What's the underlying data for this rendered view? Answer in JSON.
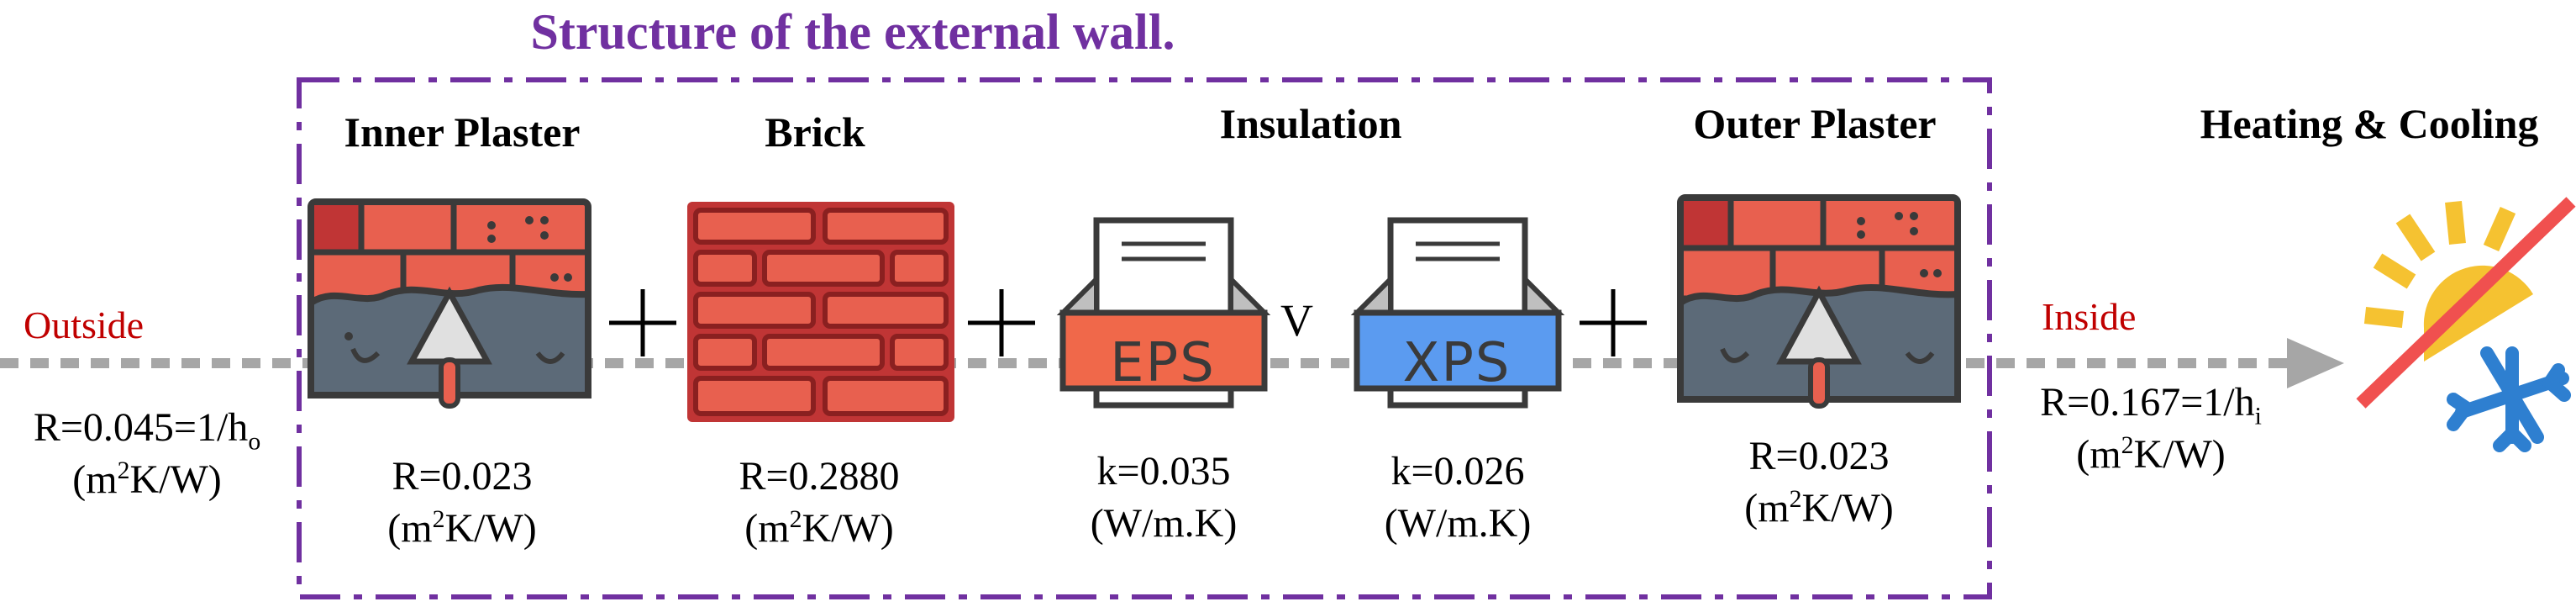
{
  "title": "Structure of the external wall.",
  "layers": {
    "inner_plaster": {
      "label": "Inner Plaster",
      "r": "R=0.023",
      "unit_pre": "(m",
      "unit_exp": "2",
      "unit_post": "K/W)"
    },
    "brick": {
      "label": "Brick",
      "r": "R=0.2880",
      "unit_pre": "(m",
      "unit_exp": "2",
      "unit_post": "K/W)"
    },
    "insulation": {
      "label": "Insulation",
      "eps": {
        "text": "EPS",
        "k": "k=0.035",
        "unit": "(W/m.K)"
      },
      "xps": {
        "text": "XPS",
        "k": "k=0.026",
        "unit": "(W/m.K)"
      },
      "or_symbol": "V"
    },
    "outer_plaster": {
      "label": "Outer Plaster",
      "r": "R=0.023",
      "unit_pre": "(m",
      "unit_exp": "2",
      "unit_post": "K/W)"
    }
  },
  "outside": {
    "label": "Outside",
    "r_pre": "R=0.045=1/h",
    "r_sub": "o",
    "unit_pre": "(m",
    "unit_exp": "2",
    "unit_post": "K/W)"
  },
  "inside": {
    "label": "Inside",
    "r_pre": "R=0.167=1/h",
    "r_sub": "i",
    "unit_pre": "(m",
    "unit_exp": "2",
    "unit_post": "K/W)"
  },
  "hvac": {
    "label": "Heating & Cooling"
  },
  "operators": {
    "plus": "+"
  },
  "colors": {
    "title": "#7030a0",
    "frame": "#7030a0",
    "outside_inside_label": "#c00000",
    "brick_red": "#e8604f",
    "brick_dark": "#c03535",
    "mortar": "#3a3a3a",
    "plaster": "#5c6a78",
    "eps_fill": "#f0684a",
    "xps_fill": "#5b9bf0",
    "sun": "#f5c231",
    "snow": "#2e7fd0",
    "slash": "#f0504f",
    "arrow": "#a6a6a6"
  },
  "icons": [
    "trowel-plaster-icon",
    "brick-wall-icon",
    "eps-board-icon",
    "xps-board-icon",
    "sun-snowflake-icon"
  ]
}
